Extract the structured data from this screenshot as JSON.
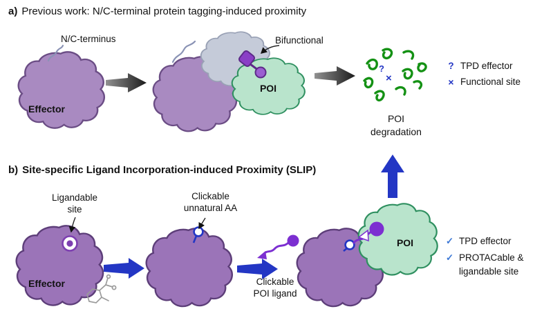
{
  "panel_a": {
    "label": "a)",
    "title": "Previous work: N/C-terminal protein tagging-induced proximity",
    "nc_terminus_label": "N/C-terminus",
    "effector_label": "Effector",
    "bifunctional_label": "Bifunctional",
    "poi_label": "POI",
    "degradation_label": [
      "POI",
      "degradation"
    ],
    "cluster_marks": {
      "question": "?",
      "cross": "×"
    },
    "legend": [
      {
        "symbol": "?",
        "label": "TPD effector"
      },
      {
        "symbol": "×",
        "label": "Functional site"
      }
    ]
  },
  "panel_b": {
    "label": "b)",
    "title": "Site-specific Ligand Incorporation-induced Proximity (SLIP)",
    "ligandable_site_label": [
      "Ligandable",
      "site"
    ],
    "effector_label": "Effector",
    "clickable_aa_label": [
      "Clickable",
      "unnatural AA"
    ],
    "clickable_ligand_label": [
      "Clickable",
      "POI ligand"
    ],
    "poi_label": "POI",
    "legend": [
      {
        "symbol": "✓",
        "label": "TPD effector"
      },
      {
        "symbol": "✓",
        "label": "PROTACable &"
      },
      {
        "symbol": "",
        "label": "ligandable site"
      }
    ]
  },
  "colors": {
    "purple_a_fill": "#a98ac1",
    "purple_a_stroke": "#6b4d85",
    "purple_b_fill": "#9b74b8",
    "purple_b_stroke": "#5d3e79",
    "gray_fill": "#c5cbd9",
    "gray_stroke": "#99a1b5",
    "green_fill": "#b9e4cc",
    "green_stroke": "#2f9060",
    "degradation_green": "#149114",
    "blue": "#2336c4",
    "ligand_purple": "#7c2fd1",
    "terminus_gray": "#8a93b5"
  }
}
